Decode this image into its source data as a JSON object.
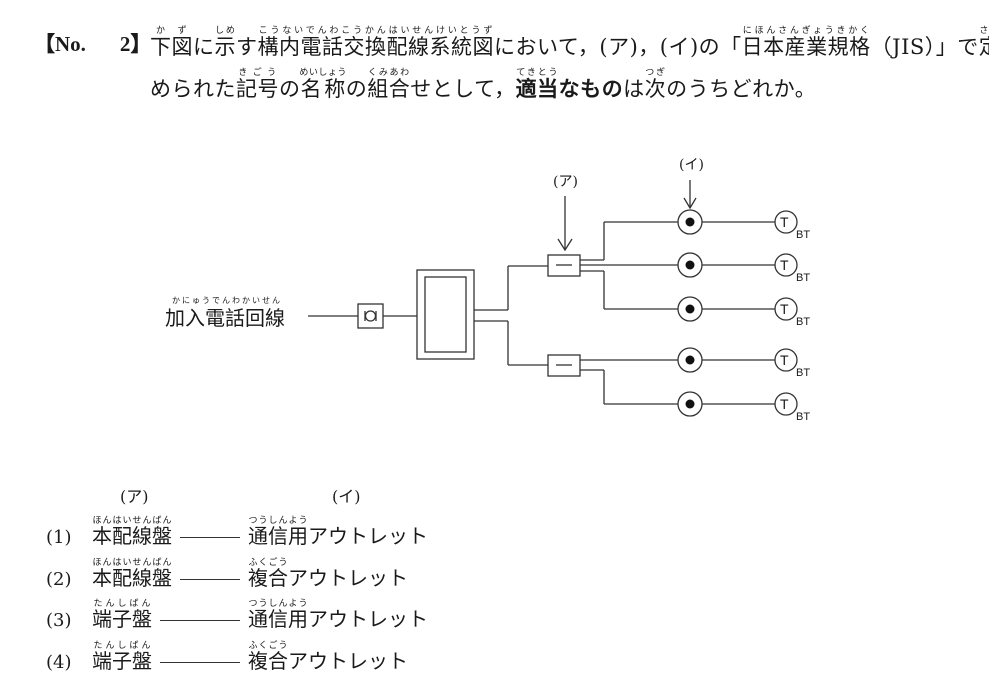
{
  "question": {
    "label": "【No.",
    "number": "2】",
    "line1": [
      {
        "t": "下図",
        "r": "かず"
      },
      {
        "t": "に"
      },
      {
        "t": "示",
        "r": "しめ"
      },
      {
        "t": "す"
      },
      {
        "t": "構内電話交換配線系統図",
        "r": "こうないでんわこうかんはいせんけいとうず"
      },
      {
        "t": "において，(ア)，(イ)の「"
      },
      {
        "t": "日本産業規格",
        "r": "にほんさんぎょうきかく"
      },
      {
        "t": "（JIS）」で"
      },
      {
        "t": "定",
        "r": "さだ"
      }
    ],
    "line2": [
      {
        "t": "められた"
      },
      {
        "t": "記号",
        "r": "きごう"
      },
      {
        "t": "の"
      },
      {
        "t": "名称",
        "r": "めいしょう"
      },
      {
        "t": "の"
      },
      {
        "t": "組合",
        "r": "くみあわ"
      },
      {
        "t": "せとして，"
      },
      {
        "t": "適当",
        "r": "てきとう",
        "b": true
      },
      {
        "t": "なもの",
        "b": true
      },
      {
        "t": "は"
      },
      {
        "t": "次",
        "r": "つぎ"
      },
      {
        "t": "のうちどれか。"
      }
    ]
  },
  "diagram": {
    "input_label": "加入電話回線",
    "input_label_ruby": "かにゅうでんわかいせん",
    "label_a": "(ア)",
    "label_i": "(イ)",
    "terminal_symbol": "T",
    "terminal_subscript": "BT",
    "outlet_count": 5
  },
  "options": {
    "header_a": "(ア)",
    "header_i": "(イ)",
    "items": [
      {
        "num": "(1)",
        "a": "本配線盤",
        "a_ruby": "ほんはいせんばん",
        "i_kanji": "通信用",
        "i_ruby": "つうしんよう",
        "i_rest": "アウトレット"
      },
      {
        "num": "(2)",
        "a": "本配線盤",
        "a_ruby": "ほんはいせんばん",
        "i_kanji": "複合",
        "i_ruby": "ふくごう",
        "i_rest": "アウトレット"
      },
      {
        "num": "(3)",
        "a": "端子盤",
        "a_ruby": "たんしばん",
        "i_kanji": "通信用",
        "i_ruby": "つうしんよう",
        "i_rest": "アウトレット"
      },
      {
        "num": "(4)",
        "a": "端子盤",
        "a_ruby": "たんしばん",
        "i_kanji": "複合",
        "i_ruby": "ふくごう",
        "i_rest": "アウトレット"
      }
    ]
  }
}
